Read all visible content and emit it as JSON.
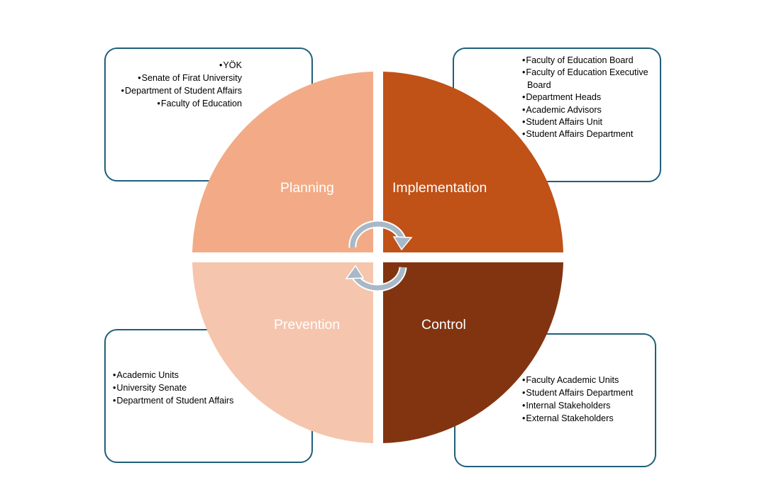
{
  "diagram": {
    "colors": {
      "planning": "#f2ab86",
      "implementation": "#c05117",
      "prevention": "#f6c5ad",
      "control": "#823411",
      "box_border": "#1f5f7a",
      "arrow": "#a7b8c8"
    },
    "quadrants": {
      "planning": {
        "label": "Planning",
        "items": [
          "YÖK",
          "Senate of Firat University",
          "Department of Student Affairs",
          "Faculty of Education"
        ]
      },
      "implementation": {
        "label": "Implementation",
        "items": [
          "Faculty of Education Board",
          "Faculty of Education Executive Board",
          "Department Heads",
          "Academic Advisors",
          "Student Affairs Unit",
          "Student Affairs Department"
        ]
      },
      "prevention": {
        "label": "Prevention",
        "items": [
          "Academic Units",
          "University Senate",
          "Department of Student Affairs"
        ]
      },
      "control": {
        "label": "Control",
        "items": [
          "Faculty Academic Units",
          "Student Affairs Department",
          "Internal Stakeholders",
          "External Stakeholders"
        ]
      }
    },
    "bullet": "•",
    "icons": [
      "cycle-arrow-top-icon",
      "cycle-arrow-bottom-icon"
    ]
  }
}
